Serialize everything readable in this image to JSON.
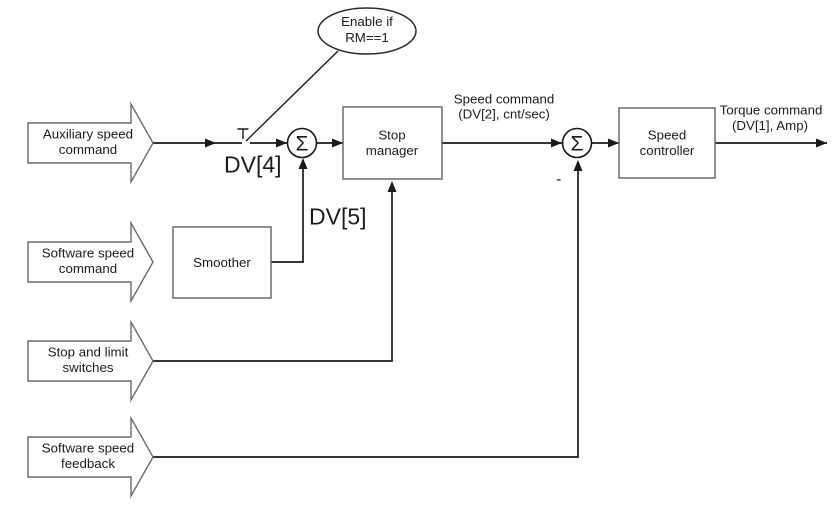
{
  "diagram": {
    "bubble": {
      "line1": "Enable if",
      "line2": "RM==1"
    },
    "input_auxiliary": {
      "line1": "Auxiliary speed",
      "line2": "command"
    },
    "input_software_cmd": {
      "line1": "Software speed",
      "line2": "command"
    },
    "input_stop_limit": {
      "line1": "Stop and limit",
      "line2": "switches"
    },
    "input_feedback": {
      "line1": "Software speed",
      "line2": "feedback"
    },
    "block_smoother": {
      "label": "Smoother"
    },
    "block_stop_manager": {
      "line1": "Stop",
      "line2": "manager"
    },
    "block_speed_controller": {
      "line1": "Speed",
      "line2": "controller"
    },
    "sum_symbol": "Σ",
    "minus_sign": "-",
    "dv4": "DV[4]",
    "dv5": "DV[5]",
    "speed_command": {
      "line1": "Speed command",
      "line2": "(DV[2], cnt/sec)"
    },
    "torque_command": {
      "line1": "Torque command",
      "line2": "(DV[1], Amp)"
    },
    "colors": {
      "background": "#ffffff",
      "wire": "#1a1a1a",
      "shape_border": "#6a6a6a",
      "text": "#1c1c1c"
    }
  }
}
